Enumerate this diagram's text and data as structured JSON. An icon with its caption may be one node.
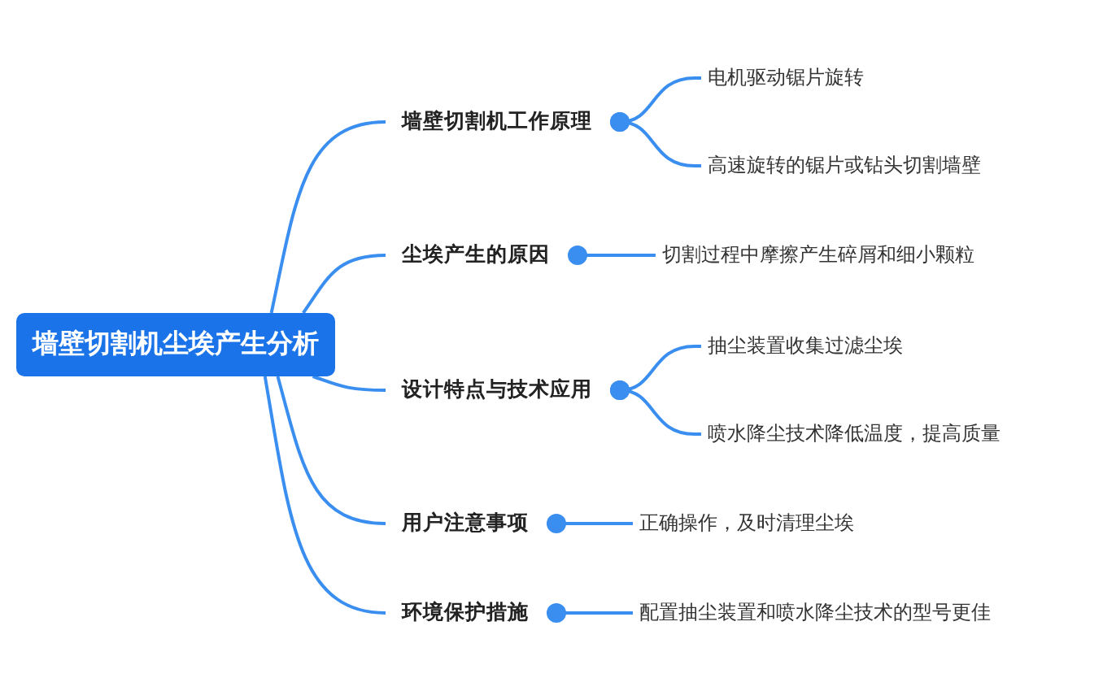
{
  "diagram": {
    "nodes": [
      {
        "text": [
          "墙壁切割机尘埃产生分析"
        ]
      },
      {
        "text": [
          "墙壁切割机工作原理"
        ]
      },
      {
        "text": [
          "电机驱动锯片旋转"
        ]
      },
      {
        "text": [
          "高速旋转的锯片或钻头切割墙壁"
        ]
      },
      {
        "text": [
          "尘埃产生的原因"
        ]
      },
      {
        "text": [
          "切割过程中摩擦产生碎屑和细小颗粒"
        ]
      },
      {
        "text": [
          "设计特点与技术应用"
        ]
      },
      {
        "text": [
          "抽尘装置收集过滤尘埃"
        ]
      },
      {
        "text": [
          "喷水降尘技术降低温度，提高质量"
        ]
      },
      {
        "text": [
          "用户注意事项"
        ]
      },
      {
        "text": [
          "正确操作，及时清理尘埃"
        ]
      },
      {
        "text": [
          "环境保护措施"
        ]
      },
      {
        "text": [
          "配置抽尘装置和喷水降尘技术的型号更佳"
        ]
      }
    ],
    "edges": [
      {
        "from": 0,
        "to": 1,
        "arrow": "none"
      },
      {
        "from": 0,
        "to": 4,
        "arrow": "none"
      },
      {
        "from": 0,
        "to": 6,
        "arrow": "none"
      },
      {
        "from": 0,
        "to": 9,
        "arrow": "none"
      },
      {
        "from": 0,
        "to": 11,
        "arrow": "none"
      },
      {
        "from": 1,
        "to": 2,
        "arrow": "other"
      },
      {
        "from": 1,
        "to": 3,
        "arrow": "other"
      },
      {
        "from": 4,
        "to": 5,
        "arrow": "other"
      },
      {
        "from": 6,
        "to": 7,
        "arrow": "other"
      },
      {
        "from": 6,
        "to": 8,
        "arrow": "other"
      },
      {
        "from": 9,
        "to": 10,
        "arrow": "other"
      },
      {
        "from": 11,
        "to": 12,
        "arrow": "other"
      }
    ]
  }
}
